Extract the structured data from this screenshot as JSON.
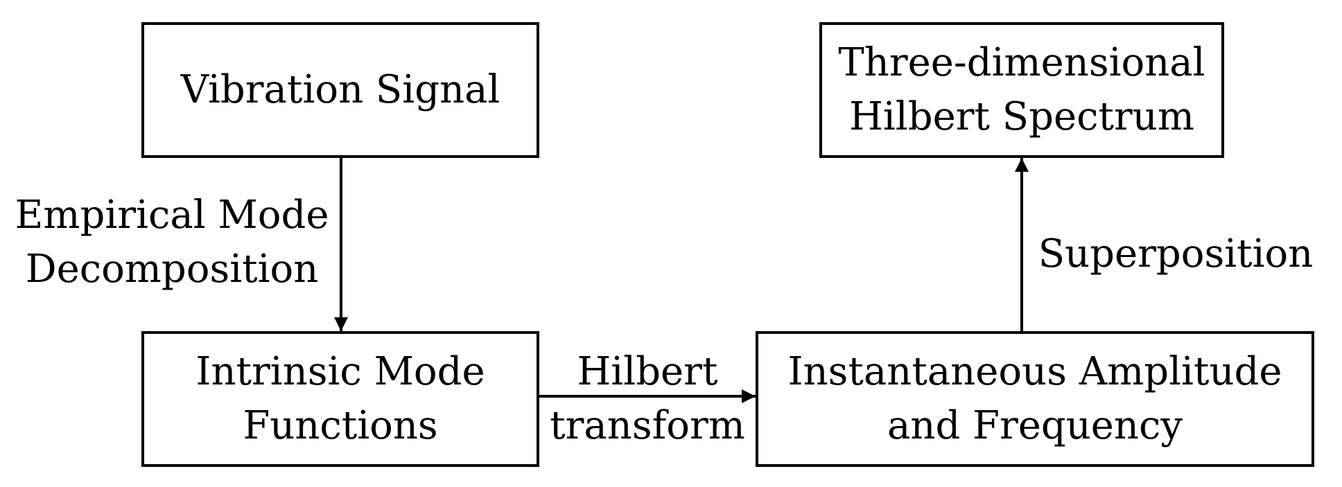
{
  "nodes": {
    "vibration_signal": {
      "lines": [
        "Vibration Signal"
      ]
    },
    "intrinsic_mode_functions": {
      "lines": [
        "Intrinsic Mode",
        "Functions"
      ]
    },
    "instantaneous_amplitude_frequency": {
      "lines": [
        "Instantaneous Amplitude",
        "and Frequency"
      ]
    },
    "hilbert_spectrum": {
      "lines": [
        "Three-dimensional",
        "Hilbert Spectrum"
      ]
    }
  },
  "edges": {
    "emd": {
      "lines": [
        "Empirical Mode",
        "Decomposition"
      ]
    },
    "hilbert_transform": {
      "lines": [
        "Hilbert",
        "transform"
      ]
    },
    "superposition": {
      "lines": [
        "Superposition"
      ]
    }
  },
  "colors": {
    "stroke": "#000000",
    "background": "#ffffff"
  }
}
